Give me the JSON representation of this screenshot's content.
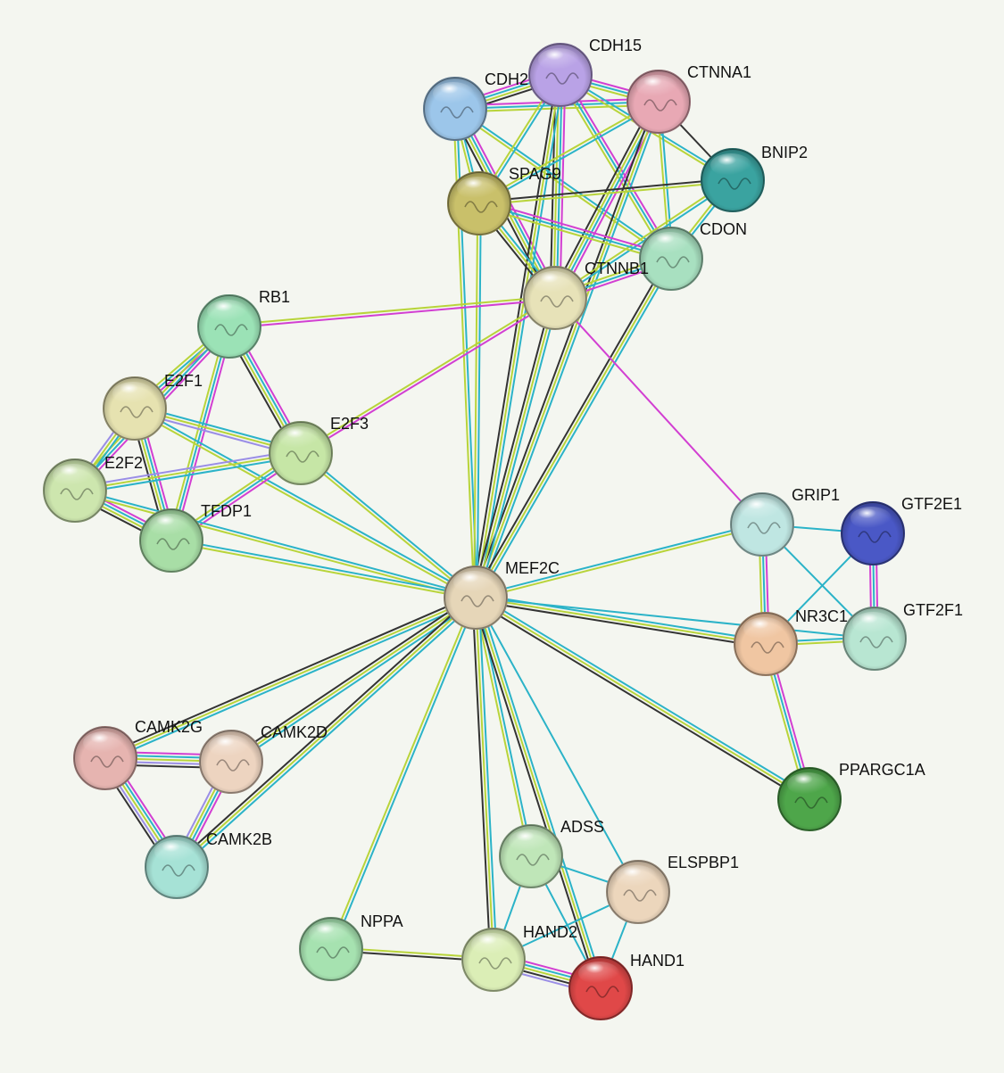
{
  "network": {
    "evidence_colors": {
      "experiments": "#d23fd2",
      "databases": "#2bb3c8",
      "textmining": "#b8d43a",
      "coexpression": "#333333",
      "homology": "#9a8ee6"
    },
    "nodes": [
      {
        "id": "CDH2",
        "label": "CDH2",
        "color": "#9cc6ea"
      },
      {
        "id": "CDH15",
        "label": "CDH15",
        "color": "#b9a2e6"
      },
      {
        "id": "CTNNA1",
        "label": "CTNNA1",
        "color": "#e8a8b4"
      },
      {
        "id": "BNIP2",
        "label": "BNIP2",
        "color": "#3aa3a0"
      },
      {
        "id": "SPAG9",
        "label": "SPAG9",
        "color": "#c9c06a"
      },
      {
        "id": "CDON",
        "label": "CDON",
        "color": "#a8e0c0"
      },
      {
        "id": "CTNNB1",
        "label": "CTNNB1",
        "color": "#e7e2b8"
      },
      {
        "id": "RB1",
        "label": "RB1",
        "color": "#9be2b6"
      },
      {
        "id": "E2F1",
        "label": "E2F1",
        "color": "#e6e2b0"
      },
      {
        "id": "E2F3",
        "label": "E2F3",
        "color": "#c6e6a6"
      },
      {
        "id": "E2F2",
        "label": "E2F2",
        "color": "#cde6ae"
      },
      {
        "id": "TFDP1",
        "label": "TFDP1",
        "color": "#a8dea6"
      },
      {
        "id": "MEF2C",
        "label": "MEF2C",
        "color": "#e6d6b8"
      },
      {
        "id": "GRIP1",
        "label": "GRIP1",
        "color": "#bfe6e2"
      },
      {
        "id": "GTF2E1",
        "label": "GTF2E1",
        "color": "#4a58c6"
      },
      {
        "id": "NR3C1",
        "label": "NR3C1",
        "color": "#f0c6a2"
      },
      {
        "id": "GTF2F1",
        "label": "GTF2F1",
        "color": "#b8e6d2"
      },
      {
        "id": "PPARGC1A",
        "label": "PPARGC1A",
        "color": "#4ea64a"
      },
      {
        "id": "CAMK2G",
        "label": "CAMK2G",
        "color": "#e6b4b0"
      },
      {
        "id": "CAMK2D",
        "label": "CAMK2D",
        "color": "#edd4c0"
      },
      {
        "id": "CAMK2B",
        "label": "CAMK2B",
        "color": "#a6e2d6"
      },
      {
        "id": "ADSS",
        "label": "ADSS",
        "color": "#bfe6b8"
      },
      {
        "id": "ELSPBP1",
        "label": "ELSPBP1",
        "color": "#ecd6bc"
      },
      {
        "id": "NPPA",
        "label": "NPPA",
        "color": "#a6e2b0"
      },
      {
        "id": "HAND2",
        "label": "HAND2",
        "color": "#dbeeb6"
      },
      {
        "id": "HAND1",
        "label": "HAND1",
        "color": "#e04848"
      }
    ],
    "edges": [
      {
        "source": "CDH2",
        "target": "CDH15",
        "types": [
          "experiments",
          "databases",
          "textmining",
          "coexpression"
        ]
      },
      {
        "source": "CDH2",
        "target": "CTNNA1",
        "types": [
          "experiments",
          "databases",
          "textmining"
        ]
      },
      {
        "source": "CDH2",
        "target": "SPAG9",
        "types": [
          "databases",
          "textmining"
        ]
      },
      {
        "source": "CDH2",
        "target": "CTNNB1",
        "types": [
          "experiments",
          "databases",
          "textmining",
          "coexpression"
        ]
      },
      {
        "source": "CDH2",
        "target": "CDON",
        "types": [
          "databases",
          "textmining"
        ]
      },
      {
        "source": "CDH2",
        "target": "MEF2C",
        "types": [
          "databases",
          "textmining"
        ]
      },
      {
        "source": "CDH15",
        "target": "CTNNA1",
        "types": [
          "experiments",
          "databases",
          "textmining"
        ]
      },
      {
        "source": "CDH15",
        "target": "SPAG9",
        "types": [
          "databases",
          "textmining"
        ]
      },
      {
        "source": "CDH15",
        "target": "CTNNB1",
        "types": [
          "experiments",
          "databases",
          "textmining",
          "coexpression"
        ]
      },
      {
        "source": "CDH15",
        "target": "CDON",
        "types": [
          "experiments",
          "databases",
          "textmining"
        ]
      },
      {
        "source": "CDH15",
        "target": "BNIP2",
        "types": [
          "databases",
          "textmining"
        ]
      },
      {
        "source": "CDH15",
        "target": "MEF2C",
        "types": [
          "databases",
          "textmining",
          "coexpression"
        ]
      },
      {
        "source": "CTNNA1",
        "target": "BNIP2",
        "types": [
          "coexpression"
        ]
      },
      {
        "source": "CTNNA1",
        "target": "SPAG9",
        "types": [
          "databases",
          "textmining"
        ]
      },
      {
        "source": "CTNNA1",
        "target": "CTNNB1",
        "types": [
          "experiments",
          "databases",
          "textmining",
          "coexpression"
        ]
      },
      {
        "source": "CTNNA1",
        "target": "CDON",
        "types": [
          "databases",
          "textmining"
        ]
      },
      {
        "source": "CTNNA1",
        "target": "MEF2C",
        "types": [
          "databases",
          "textmining",
          "coexpression"
        ]
      },
      {
        "source": "BNIP2",
        "target": "SPAG9",
        "types": [
          "textmining",
          "coexpression"
        ]
      },
      {
        "source": "BNIP2",
        "target": "CDON",
        "types": [
          "databases",
          "textmining"
        ]
      },
      {
        "source": "BNIP2",
        "target": "CTNNB1",
        "types": [
          "databases",
          "textmining"
        ]
      },
      {
        "source": "SPAG9",
        "target": "CTNNB1",
        "types": [
          "databases",
          "textmining",
          "coexpression"
        ]
      },
      {
        "source": "SPAG9",
        "target": "CDON",
        "types": [
          "experiments",
          "databases",
          "textmining"
        ]
      },
      {
        "source": "SPAG9",
        "target": "MEF2C",
        "types": [
          "databases",
          "textmining"
        ]
      },
      {
        "source": "CDON",
        "target": "CTNNB1",
        "types": [
          "experiments",
          "databases",
          "textmining"
        ]
      },
      {
        "source": "CDON",
        "target": "MEF2C",
        "types": [
          "databases",
          "textmining",
          "coexpression"
        ]
      },
      {
        "source": "CTNNB1",
        "target": "MEF2C",
        "types": [
          "databases",
          "textmining",
          "coexpression"
        ]
      },
      {
        "source": "CTNNB1",
        "target": "RB1",
        "types": [
          "experiments",
          "textmining"
        ]
      },
      {
        "source": "CTNNB1",
        "target": "E2F3",
        "types": [
          "experiments",
          "textmining"
        ]
      },
      {
        "source": "CTNNB1",
        "target": "GRIP1",
        "types": [
          "experiments"
        ]
      },
      {
        "source": "RB1",
        "target": "E2F1",
        "types": [
          "experiments",
          "databases",
          "textmining"
        ]
      },
      {
        "source": "RB1",
        "target": "E2F3",
        "types": [
          "experiments",
          "databases",
          "textmining",
          "coexpression"
        ]
      },
      {
        "source": "RB1",
        "target": "E2F2",
        "types": [
          "experiments",
          "databases",
          "textmining"
        ]
      },
      {
        "source": "RB1",
        "target": "TFDP1",
        "types": [
          "experiments",
          "databases",
          "textmining"
        ]
      },
      {
        "source": "E2F1",
        "target": "E2F3",
        "types": [
          "databases",
          "textmining",
          "homology"
        ]
      },
      {
        "source": "E2F1",
        "target": "E2F2",
        "types": [
          "databases",
          "textmining",
          "homology"
        ]
      },
      {
        "source": "E2F1",
        "target": "TFDP1",
        "types": [
          "experiments",
          "databases",
          "textmining",
          "coexpression"
        ]
      },
      {
        "source": "E2F1",
        "target": "MEF2C",
        "types": [
          "databases",
          "textmining"
        ]
      },
      {
        "source": "E2F3",
        "target": "E2F2",
        "types": [
          "databases",
          "textmining",
          "homology"
        ]
      },
      {
        "source": "E2F3",
        "target": "TFDP1",
        "types": [
          "experiments",
          "databases",
          "textmining"
        ]
      },
      {
        "source": "E2F3",
        "target": "MEF2C",
        "types": [
          "databases",
          "textmining"
        ]
      },
      {
        "source": "E2F2",
        "target": "TFDP1",
        "types": [
          "experiments",
          "databases",
          "textmining",
          "coexpression"
        ]
      },
      {
        "source": "E2F2",
        "target": "MEF2C",
        "types": [
          "databases",
          "textmining"
        ]
      },
      {
        "source": "TFDP1",
        "target": "MEF2C",
        "types": [
          "databases",
          "textmining"
        ]
      },
      {
        "source": "MEF2C",
        "target": "GRIP1",
        "types": [
          "databases",
          "textmining"
        ]
      },
      {
        "source": "MEF2C",
        "target": "NR3C1",
        "types": [
          "databases",
          "textmining",
          "coexpression"
        ]
      },
      {
        "source": "MEF2C",
        "target": "GTF2F1",
        "types": [
          "databases"
        ]
      },
      {
        "source": "MEF2C",
        "target": "PPARGC1A",
        "types": [
          "databases",
          "textmining",
          "coexpression"
        ]
      },
      {
        "source": "MEF2C",
        "target": "CAMK2G",
        "types": [
          "databases",
          "textmining",
          "coexpression"
        ]
      },
      {
        "source": "MEF2C",
        "target": "CAMK2D",
        "types": [
          "databases",
          "textmining",
          "coexpression"
        ]
      },
      {
        "source": "MEF2C",
        "target": "CAMK2B",
        "types": [
          "databases",
          "textmining",
          "coexpression"
        ]
      },
      {
        "source": "MEF2C",
        "target": "ADSS",
        "types": [
          "databases",
          "textmining"
        ]
      },
      {
        "source": "MEF2C",
        "target": "ELSPBP1",
        "types": [
          "databases"
        ]
      },
      {
        "source": "MEF2C",
        "target": "NPPA",
        "types": [
          "databases",
          "textmining"
        ]
      },
      {
        "source": "MEF2C",
        "target": "HAND2",
        "types": [
          "databases",
          "textmining",
          "coexpression"
        ]
      },
      {
        "source": "MEF2C",
        "target": "HAND1",
        "types": [
          "databases",
          "textmining",
          "coexpression"
        ]
      },
      {
        "source": "GRIP1",
        "target": "GTF2E1",
        "types": [
          "databases"
        ]
      },
      {
        "source": "GRIP1",
        "target": "NR3C1",
        "types": [
          "experiments",
          "databases",
          "textmining"
        ]
      },
      {
        "source": "GRIP1",
        "target": "GTF2F1",
        "types": [
          "databases"
        ]
      },
      {
        "source": "GTF2E1",
        "target": "GTF2F1",
        "types": [
          "experiments",
          "databases",
          "experiments"
        ]
      },
      {
        "source": "GTF2E1",
        "target": "NR3C1",
        "types": [
          "databases"
        ]
      },
      {
        "source": "NR3C1",
        "target": "GTF2F1",
        "types": [
          "databases",
          "textmining"
        ]
      },
      {
        "source": "NR3C1",
        "target": "PPARGC1A",
        "types": [
          "experiments",
          "databases",
          "textmining"
        ]
      },
      {
        "source": "CAMK2G",
        "target": "CAMK2D",
        "types": [
          "experiments",
          "databases",
          "textmining",
          "homology",
          "coexpression"
        ]
      },
      {
        "source": "CAMK2G",
        "target": "CAMK2B",
        "types": [
          "experiments",
          "databases",
          "textmining",
          "homology",
          "coexpression"
        ]
      },
      {
        "source": "CAMK2D",
        "target": "CAMK2B",
        "types": [
          "experiments",
          "databases",
          "textmining",
          "homology"
        ]
      },
      {
        "source": "ADSS",
        "target": "ELSPBP1",
        "types": [
          "databases"
        ]
      },
      {
        "source": "ADSS",
        "target": "HAND2",
        "types": [
          "databases"
        ]
      },
      {
        "source": "ADSS",
        "target": "HAND1",
        "types": [
          "databases"
        ]
      },
      {
        "source": "ELSPBP1",
        "target": "HAND2",
        "types": [
          "databases"
        ]
      },
      {
        "source": "ELSPBP1",
        "target": "HAND1",
        "types": [
          "databases"
        ]
      },
      {
        "source": "NPPA",
        "target": "HAND2",
        "types": [
          "textmining",
          "coexpression"
        ]
      },
      {
        "source": "HAND2",
        "target": "HAND1",
        "types": [
          "experiments",
          "databases",
          "textmining",
          "coexpression",
          "homology"
        ]
      }
    ]
  }
}
